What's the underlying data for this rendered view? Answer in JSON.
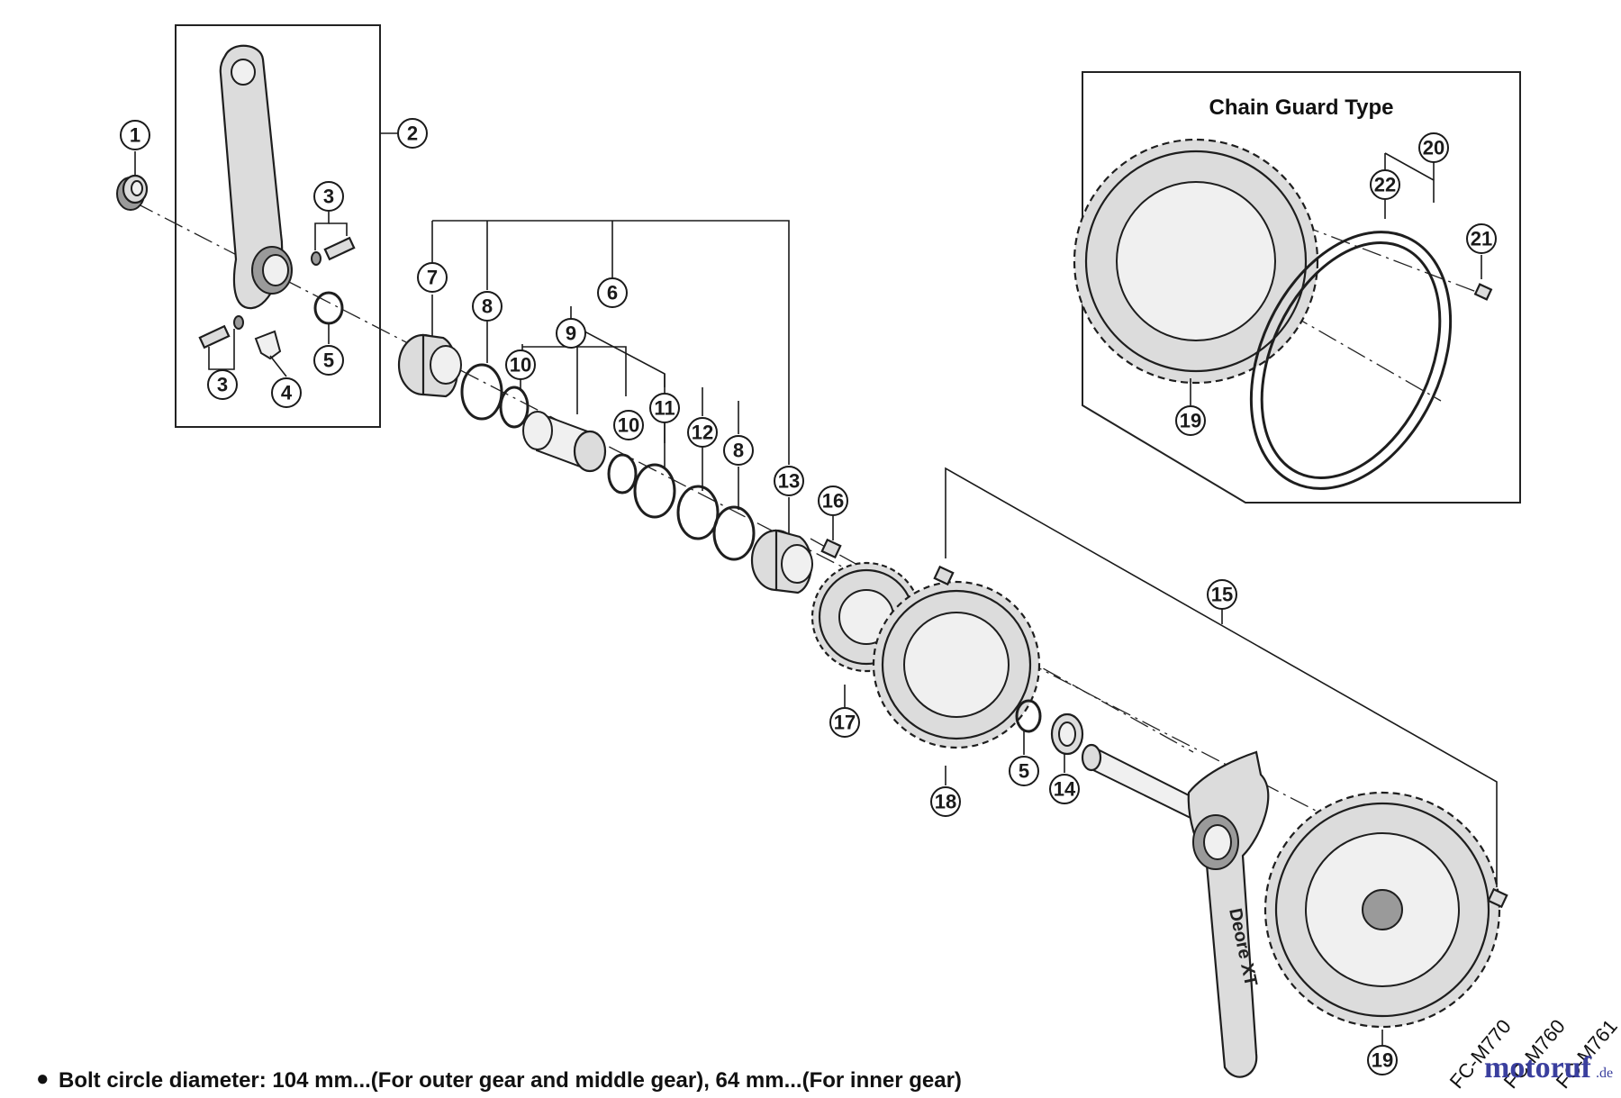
{
  "box_title": "Chain Guard Type",
  "note": "Bolt circle diameter: 104 mm...(For outer gear and middle gear), 64 mm...(For inner gear)",
  "note_bullet": "●",
  "crank_marking": "Deore XT",
  "models": [
    "FC-M770",
    "FC-M760",
    "FC-M761"
  ],
  "watermark": {
    "brand": "motoruf",
    "suffix": ".de",
    "brand_color": "#3a3f9e",
    "accent_color": "#e07a1c"
  },
  "callouts": [
    {
      "id": "c1",
      "label": "1"
    },
    {
      "id": "c2",
      "label": "2"
    },
    {
      "id": "c3a",
      "label": "3"
    },
    {
      "id": "c3b",
      "label": "3"
    },
    {
      "id": "c4",
      "label": "4"
    },
    {
      "id": "c5a",
      "label": "5"
    },
    {
      "id": "c6",
      "label": "6"
    },
    {
      "id": "c7",
      "label": "7"
    },
    {
      "id": "c8a",
      "label": "8"
    },
    {
      "id": "c9",
      "label": "9"
    },
    {
      "id": "c10a",
      "label": "10"
    },
    {
      "id": "c10b",
      "label": "10"
    },
    {
      "id": "c11",
      "label": "11"
    },
    {
      "id": "c12",
      "label": "12"
    },
    {
      "id": "c8b",
      "label": "8"
    },
    {
      "id": "c13",
      "label": "13"
    },
    {
      "id": "c16",
      "label": "16"
    },
    {
      "id": "c17",
      "label": "17"
    },
    {
      "id": "c18",
      "label": "18"
    },
    {
      "id": "c5b",
      "label": "5"
    },
    {
      "id": "c14",
      "label": "14"
    },
    {
      "id": "c15",
      "label": "15"
    },
    {
      "id": "c19a",
      "label": "19"
    },
    {
      "id": "c19b",
      "label": "19"
    },
    {
      "id": "c20",
      "label": "20"
    },
    {
      "id": "c21",
      "label": "21"
    },
    {
      "id": "c22",
      "label": "22"
    }
  ]
}
